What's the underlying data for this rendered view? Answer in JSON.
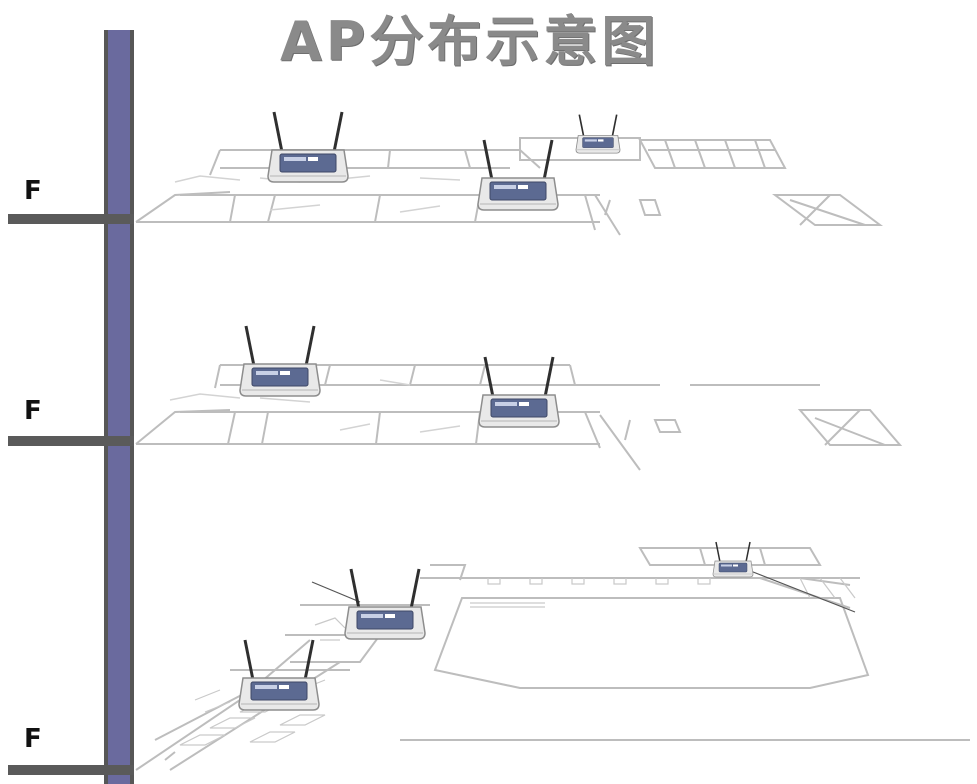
{
  "title": "AP分布示意图",
  "floor_labels": [
    "F",
    "F",
    "F"
  ],
  "colors": {
    "riser": "#6a6a9e",
    "floor_line": "#5a5a5a",
    "wall": "#bdbdbd",
    "ap_body": "#e9e9e9",
    "ap_panel": "#5c6a92",
    "antenna": "#2f2f2f"
  },
  "icons": [
    "access-point-icon"
  ]
}
